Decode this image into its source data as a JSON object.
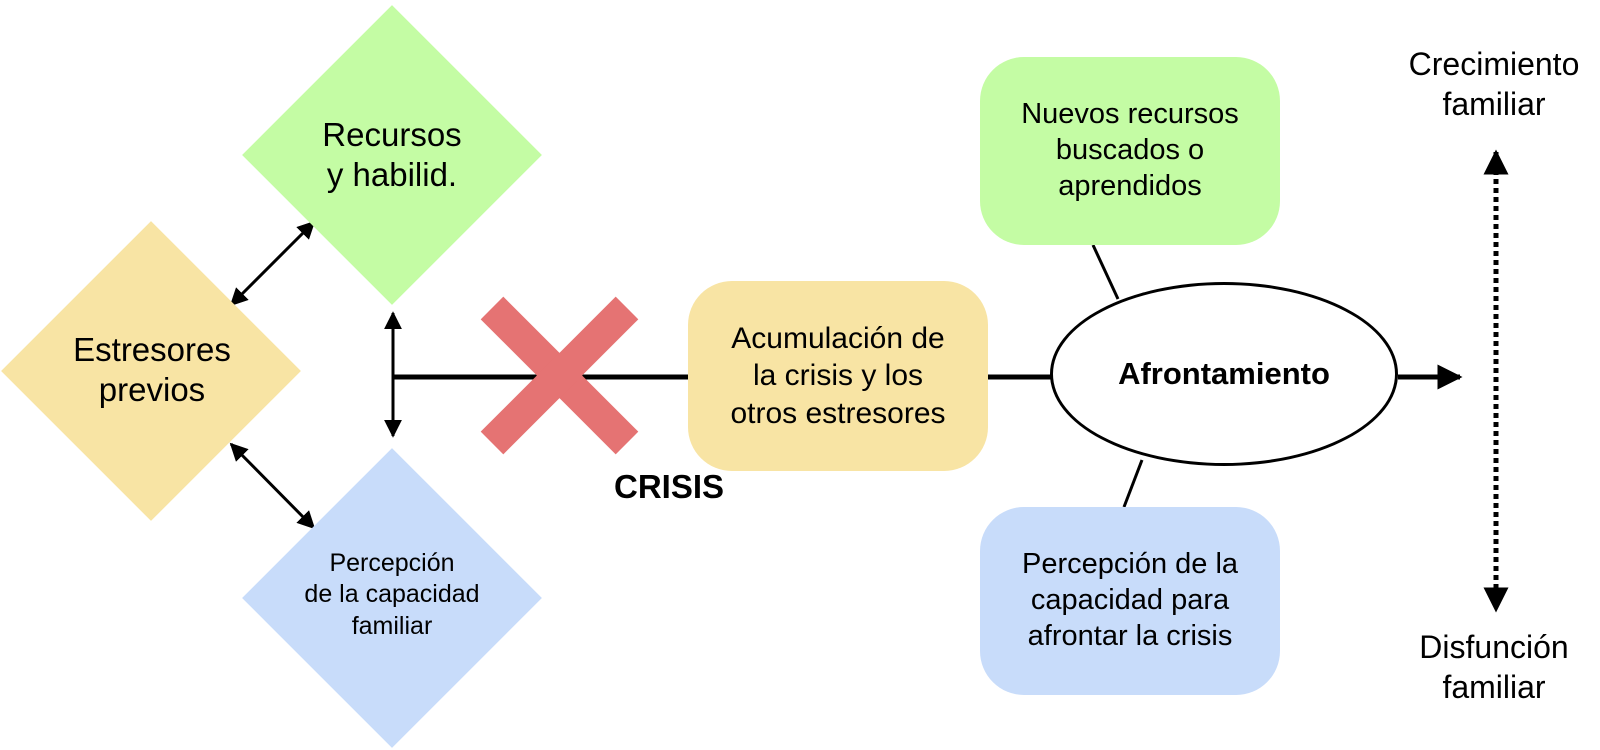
{
  "diagram": {
    "nodes": {
      "recursos": "Recursos\ny habilid.",
      "estresores": "Estresores\nprevios",
      "percepcion_familiar": "Percepción\nde la capacidad\nfamiliar",
      "acumulacion": "Acumulación de\nla crisis y los\notros estresores",
      "afrontamiento": "Afrontamiento",
      "nuevos_recursos": "Nuevos recursos\nbuscados o\naprendidos",
      "percepcion_crisis": "Percepción de la\ncapacidad para\nafrontar la crisis"
    },
    "crisis_label": "CRISIS",
    "outcomes": {
      "top": "Crecimiento\nfamiliar",
      "bottom": "Disfunción\nfamiliar"
    },
    "colors": {
      "green": "#c4fca4",
      "yellow": "#f8e4a4",
      "blue": "#c8dcfa",
      "cross": "#e57373",
      "line": "#000000"
    }
  }
}
